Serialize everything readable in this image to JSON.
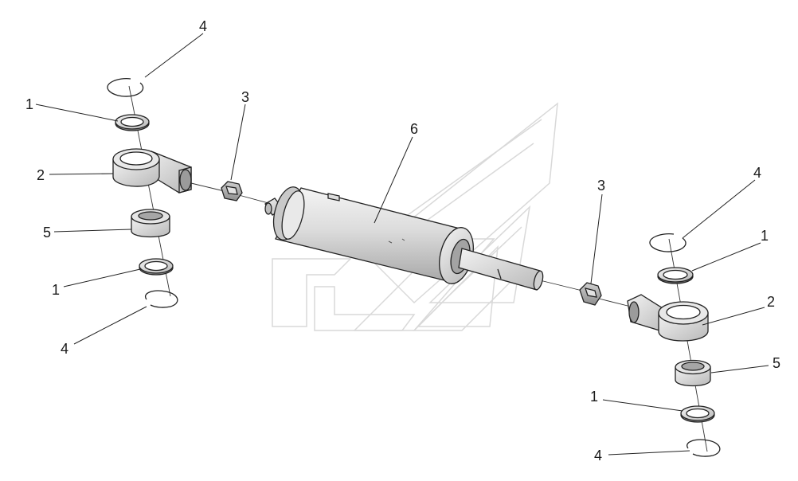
{
  "diagram": {
    "callouts": {
      "left_top_ring": "4",
      "left_top_washer": "1",
      "left_eye": "2",
      "left_bushing": "5",
      "left_bottom_washer": "1",
      "left_bottom_ring": "4",
      "left_nut": "3",
      "cylinder": "6",
      "right_nut": "3",
      "right_top_ring": "4",
      "right_top_washer": "1",
      "right_eye": "2",
      "right_bushing": "5",
      "right_bottom_washer": "1",
      "right_bottom_ring": "4"
    }
  }
}
